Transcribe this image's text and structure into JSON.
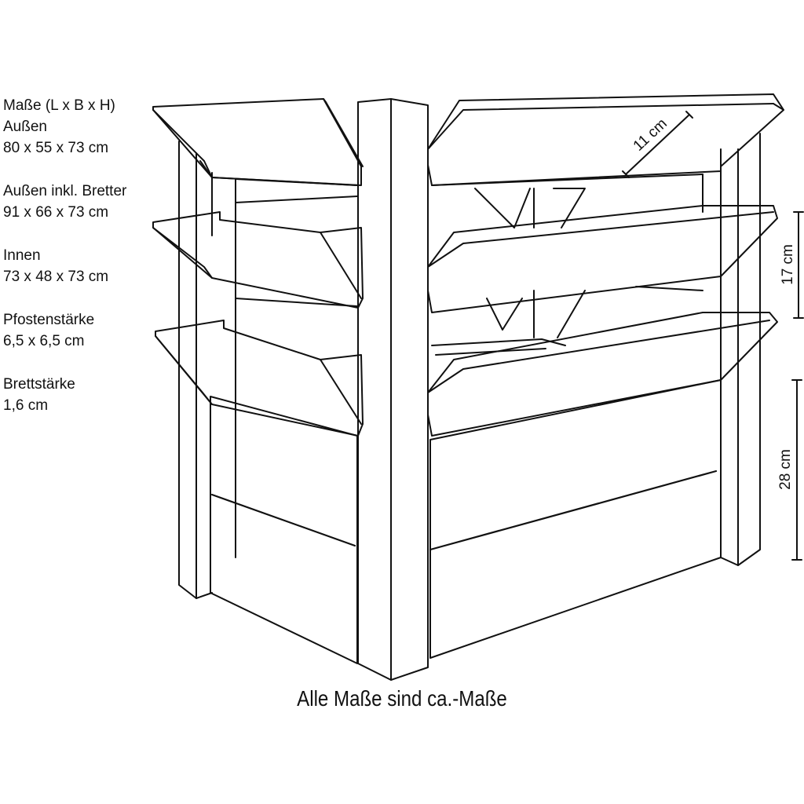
{
  "specs": [
    {
      "label": "Maße (L x B x H)",
      "value": "Außen",
      "extra": "80 x 55 x 73 cm"
    },
    {
      "label": "Außen inkl. Bretter",
      "value": "91 x 66 x 73 cm"
    },
    {
      "label": "Innen",
      "value": "73 x 48 x 73 cm"
    },
    {
      "label": "Pfostenstärke",
      "value": "6,5 x 6,5 cm"
    },
    {
      "label": "Brettstärke",
      "value": "1,6 cm"
    }
  ],
  "dimensions": {
    "slat_depth": "11 cm",
    "slat_height": "17 cm",
    "base_height": "28 cm"
  },
  "footer_note": "Alle Maße sind ca.-Maße",
  "colors": {
    "line": "#111111",
    "background": "#ffffff"
  }
}
